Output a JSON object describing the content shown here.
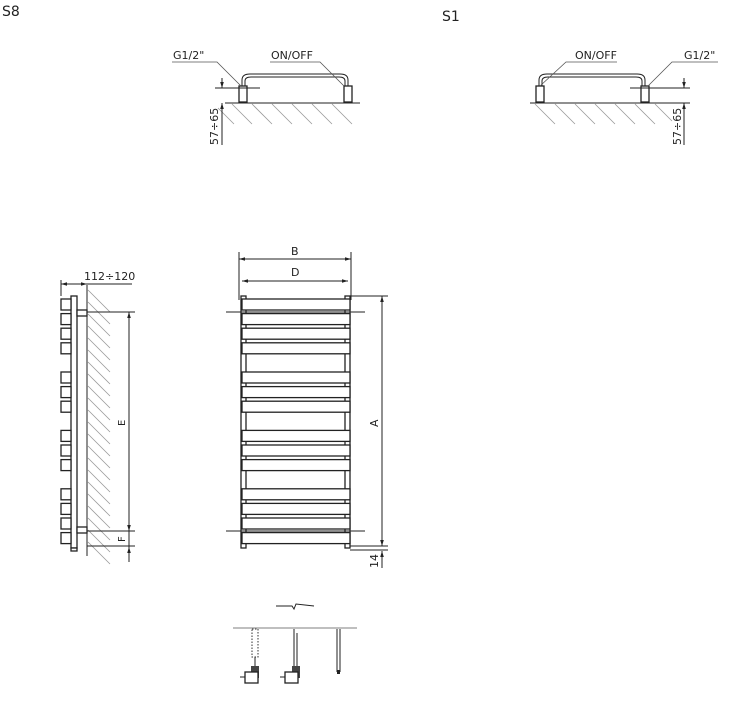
{
  "labels": {
    "variant_s8": "S8",
    "variant_s1": "S1",
    "thread_left": "G1/2\"",
    "switch_left": "ON/OFF",
    "height_left": "57÷65",
    "thread_right": "G1/2\"",
    "switch_right": "ON/OFF",
    "height_right": "57÷65",
    "wall_distance": "112÷120",
    "dim_b": "B",
    "dim_d": "D",
    "dim_a": "A",
    "dim_e": "E",
    "dim_f": "F",
    "dim_14": "14"
  },
  "radiator": {
    "bar_count": 14,
    "bar_groups": [
      4,
      3,
      3,
      4
    ]
  }
}
